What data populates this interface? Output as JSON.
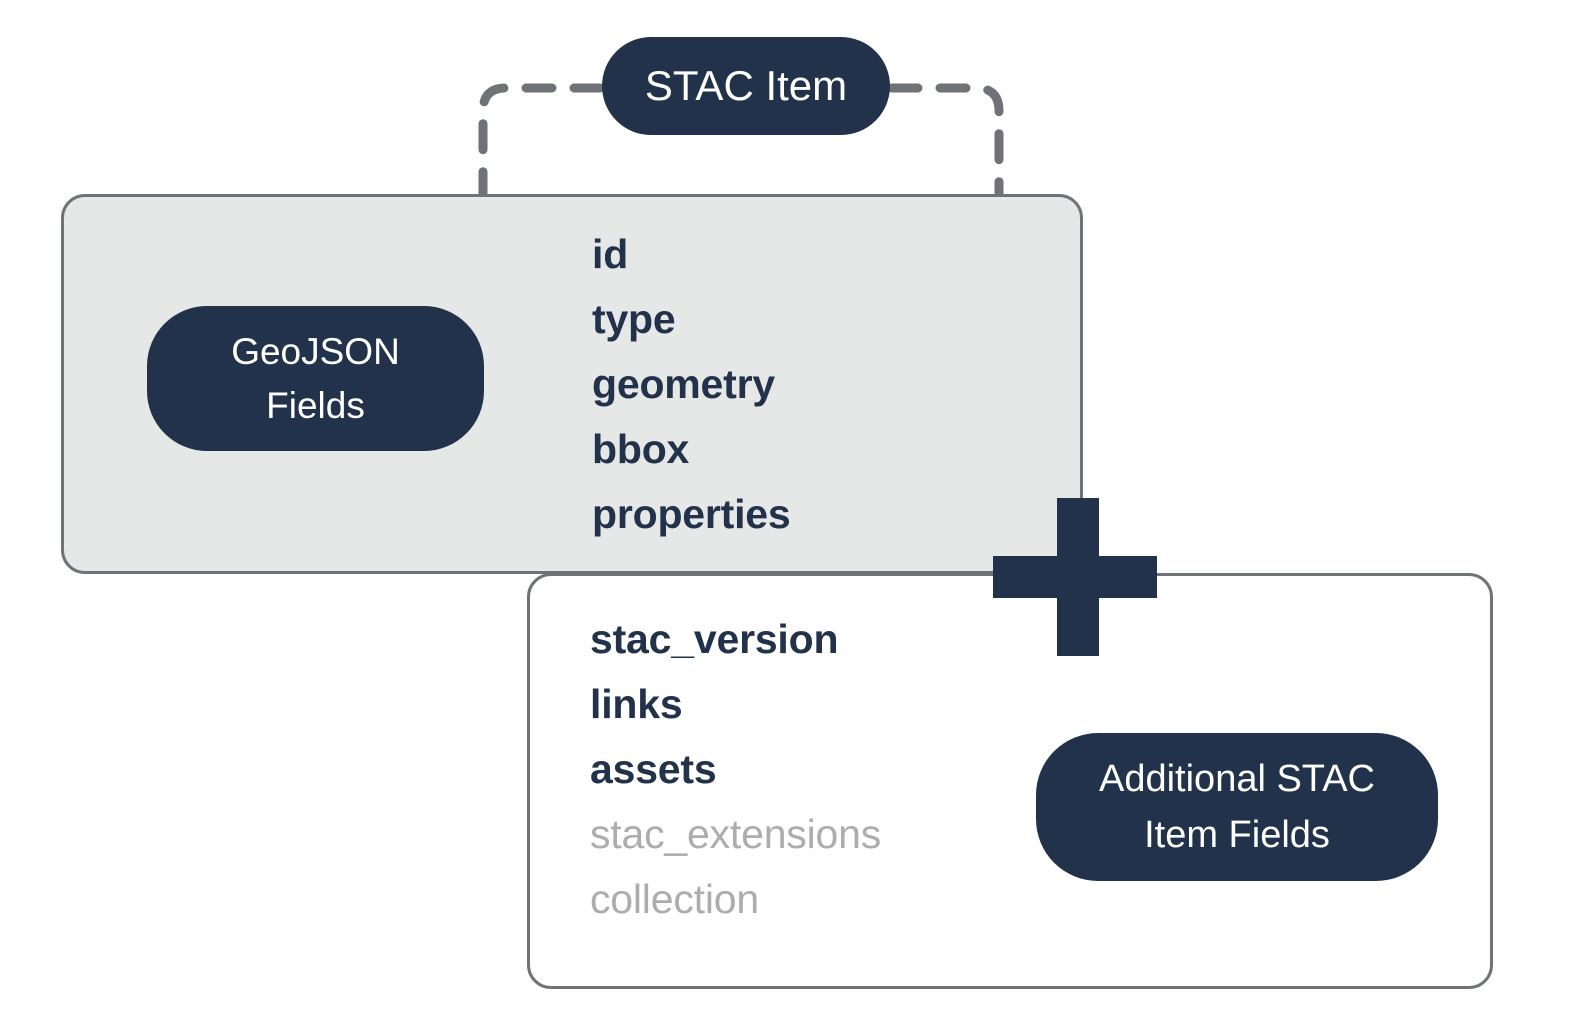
{
  "diagram": {
    "title_pill": {
      "label": "STAC Item",
      "icon": "rounded-pill"
    },
    "geojson_group": {
      "pill_line1": "GeoJSON",
      "pill_line2": "Fields",
      "fields": [
        {
          "name": "id",
          "style": "strong"
        },
        {
          "name": "type",
          "style": "strong"
        },
        {
          "name": "geometry",
          "style": "strong"
        },
        {
          "name": "bbox",
          "style": "strong"
        },
        {
          "name": "properties",
          "style": "strong"
        }
      ]
    },
    "additional_group": {
      "pill_line1": "Additional STAC",
      "pill_line2": "Item Fields",
      "fields": [
        {
          "name": "stac_version",
          "style": "strong"
        },
        {
          "name": "links",
          "style": "strong"
        },
        {
          "name": "assets",
          "style": "strong"
        },
        {
          "name": "stac_extensions",
          "style": "muted"
        },
        {
          "name": "collection",
          "style": "muted"
        }
      ]
    },
    "operator": {
      "symbol": "+",
      "icon": "plus-icon"
    },
    "connectors": {
      "style": "dashed",
      "icon": "dashed-elbow-connector",
      "count": 2
    },
    "colors": {
      "navy": "#22324a",
      "panel_border": "#6f7276",
      "panel_fill_gray": "#e6e7e7",
      "panel_fill_white": "#ffffff",
      "muted_text": "#adadad",
      "connector": "#6f7276"
    }
  }
}
